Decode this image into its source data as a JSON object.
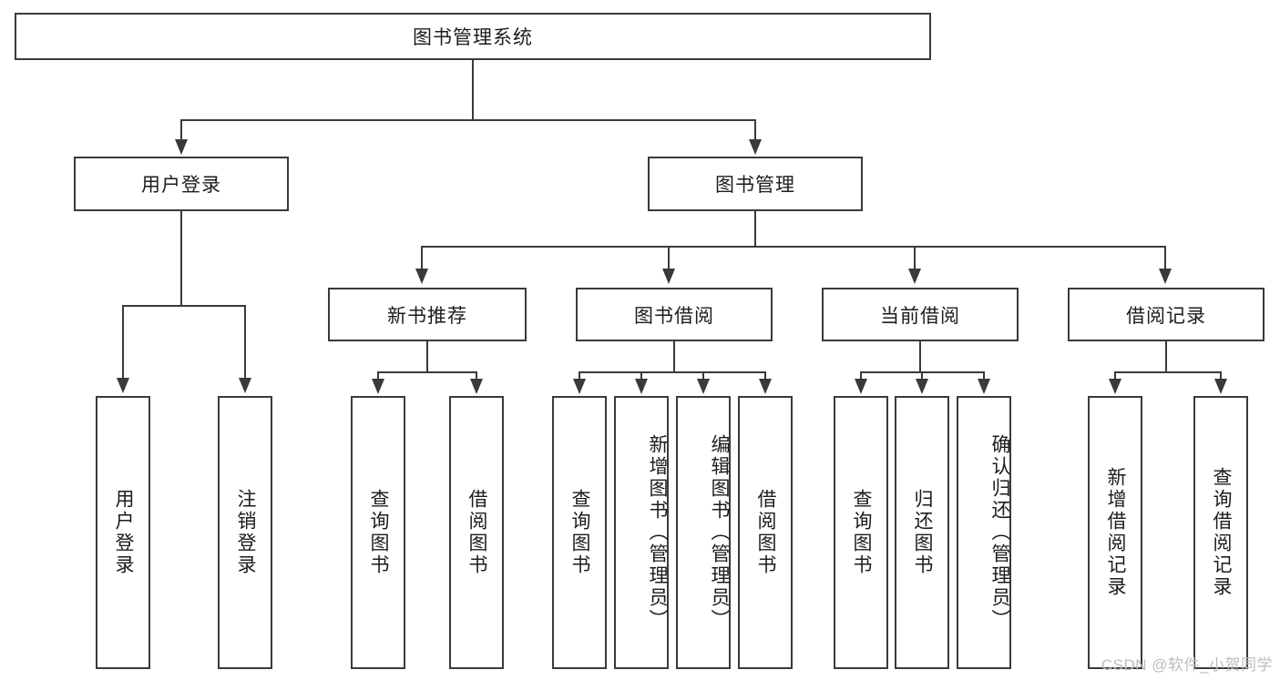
{
  "diagram": {
    "type": "tree-hierarchy-chart",
    "title": "图书管理系统",
    "root": {
      "label": "图书管理系统"
    },
    "level1": [
      {
        "label": "用户登录"
      },
      {
        "label": "图书管理"
      }
    ],
    "level2": [
      {
        "label": "新书推荐"
      },
      {
        "label": "图书借阅"
      },
      {
        "label": "当前借阅"
      },
      {
        "label": "借阅记录"
      }
    ],
    "leaves": {
      "user_login": [
        {
          "label": "用户登录"
        },
        {
          "label": "注销登录"
        }
      ],
      "new_book_recommend": [
        {
          "label": "查询图书"
        },
        {
          "label": "借阅图书"
        }
      ],
      "book_borrow": [
        {
          "label": "查询图书"
        },
        {
          "label": "新增图书（管理员）"
        },
        {
          "label": "编辑图书（管理员）"
        },
        {
          "label": "借阅图书"
        }
      ],
      "current_borrow": [
        {
          "label": "查询图书"
        },
        {
          "label": "归还图书"
        },
        {
          "label": "确认归还（管理员）"
        }
      ],
      "borrow_record": [
        {
          "label": "新增借阅记录"
        },
        {
          "label": "查询借阅记录"
        }
      ]
    }
  },
  "watermark": {
    "text": "CSDN @软件_小贺同学"
  },
  "colors": {
    "stroke": "#3a3a3a",
    "text": "#1c1c1c",
    "background": "#ffffff",
    "watermark": "#bdbdbd"
  }
}
